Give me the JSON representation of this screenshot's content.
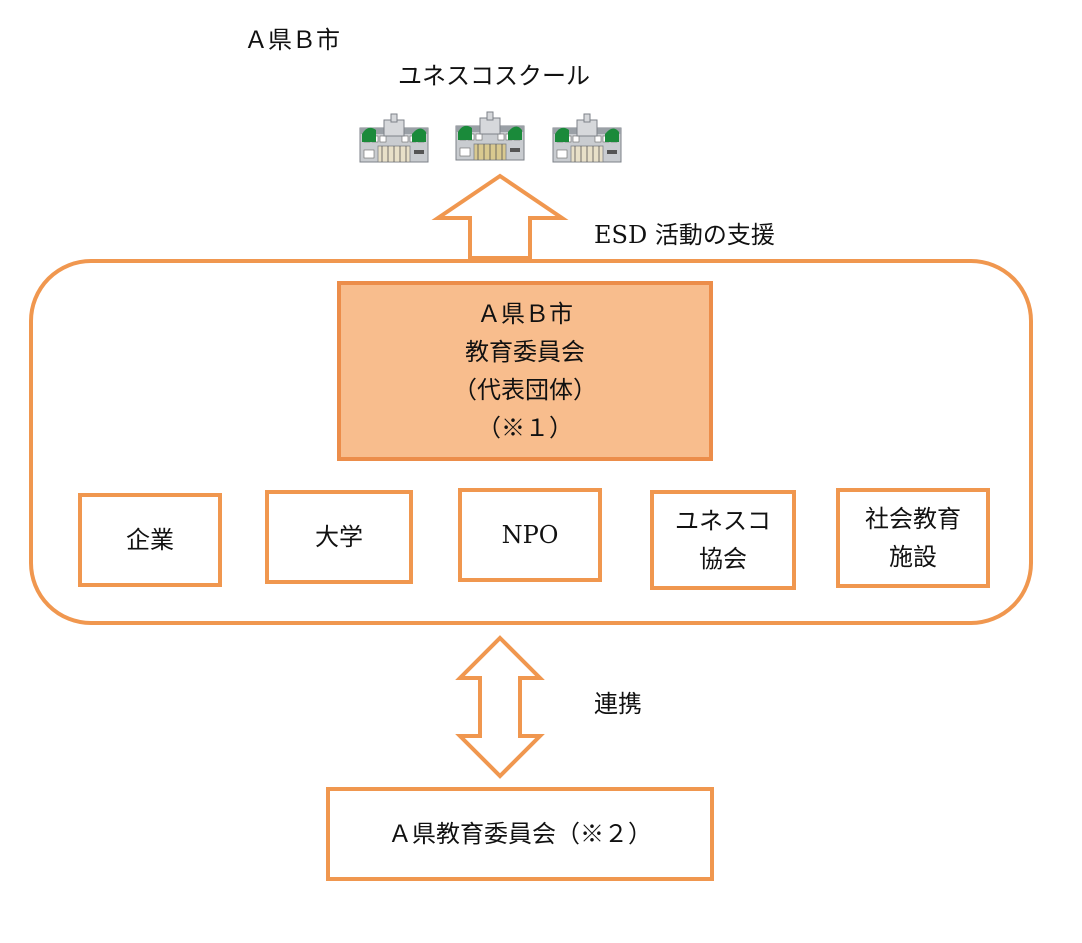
{
  "header": {
    "city_label": "Ａ県Ｂ市",
    "school_label": "ユネスコスクール"
  },
  "schools": [
    {
      "icon": "school-building-icon"
    },
    {
      "icon": "school-building-icon"
    },
    {
      "icon": "school-building-icon"
    }
  ],
  "arrows": {
    "support_label": "ESD 活動の支援",
    "link_label": "連携"
  },
  "consortium": {
    "main": {
      "lines": [
        "Ａ県Ｂ市",
        "教育委員会",
        "（代表団体）",
        "（※１）"
      ]
    },
    "members": [
      {
        "lines": [
          "企業"
        ]
      },
      {
        "lines": [
          "大学"
        ]
      },
      {
        "lines": [
          "NPO"
        ]
      },
      {
        "lines": [
          "ユネスコ",
          "協会"
        ]
      },
      {
        "lines": [
          "社会教育",
          "施設"
        ]
      }
    ]
  },
  "prefecture_board": {
    "label": "Ａ県教育委員会（※２）"
  },
  "colors": {
    "border": "#f0974f",
    "main_fill": "#f8bd8d",
    "school_green": "#1a8a3a",
    "school_gray": "#9aa0a6"
  }
}
